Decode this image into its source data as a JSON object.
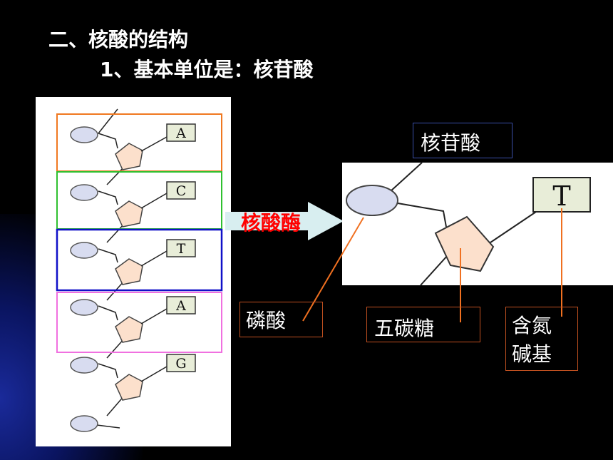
{
  "title": "二、核酸的结构",
  "subtitle": "1、基本单位是：核苷酸",
  "strand": {
    "bases": [
      "A",
      "C",
      "T",
      "A",
      "G"
    ]
  },
  "nucleotide_detail": {
    "base": "T"
  },
  "arrow": {
    "label": "核酸酶"
  },
  "labels": {
    "nucleotide": "核苷酸",
    "phosphate": "磷酸",
    "pentose": "五碳糖",
    "base_line1": "含氮",
    "base_line2": "碱基"
  },
  "colors": {
    "background": "#000000",
    "highlight_boxes": [
      "#f07820",
      "#30c030",
      "#1010c8",
      "#f070e0"
    ],
    "phosphate_fill": "#d8dcf0",
    "sugar_fill": "#fce0cc",
    "base_fill": "#e8edd8",
    "pointer_line": "#f07020",
    "enzyme_text": "#ff0000",
    "arrow_fill": "#d8eef0"
  }
}
